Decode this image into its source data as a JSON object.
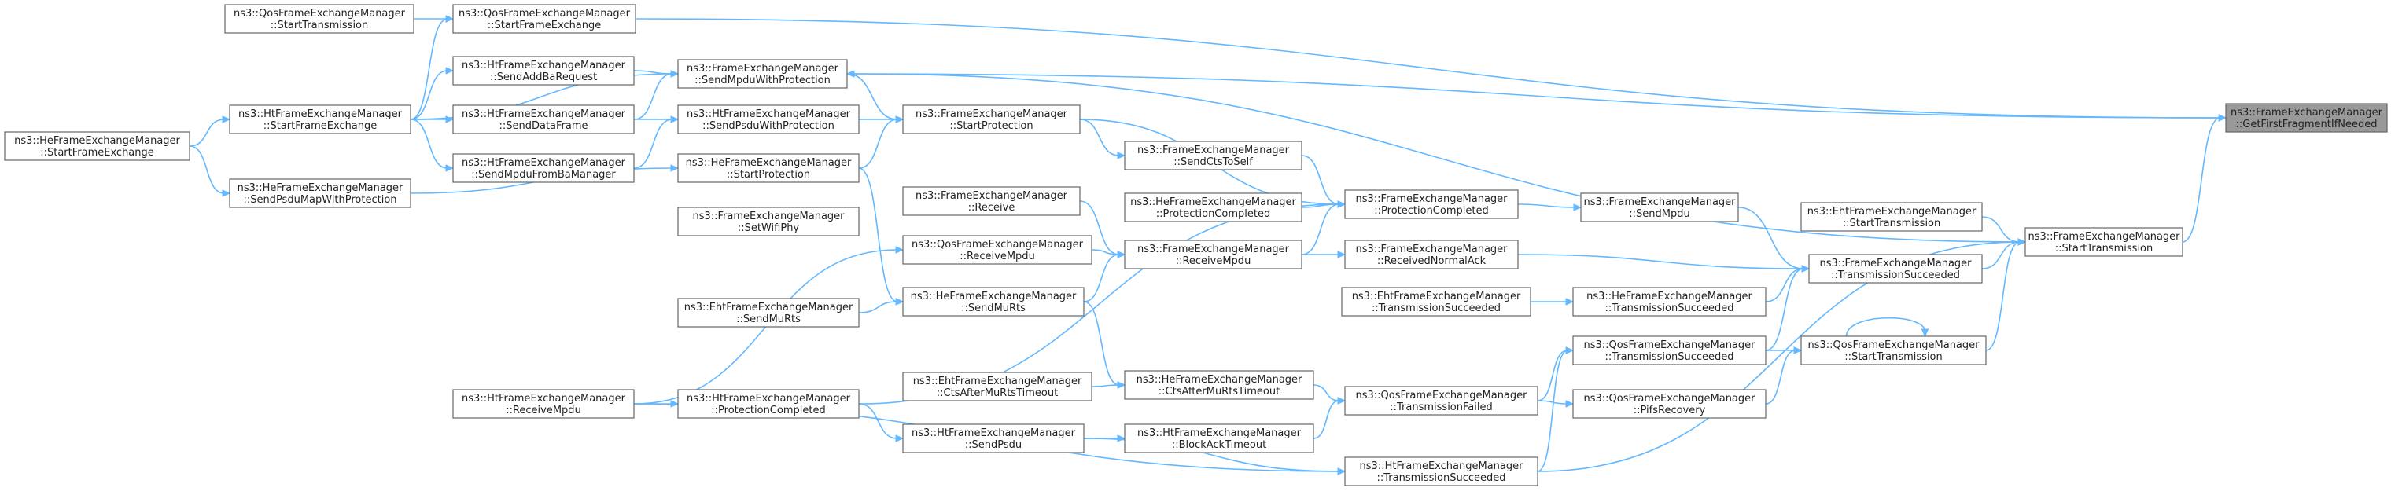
{
  "diagram": {
    "nodes": [
      {
        "id": "root",
        "line1": "ns3::FrameExchangeManager",
        "line2": "::GetFirstFragmentIfNeeded",
        "root": true
      },
      {
        "id": "fem_st",
        "line1": "ns3::FrameExchangeManager",
        "line2": "::StartTransmission"
      },
      {
        "id": "fem_smwp",
        "line1": "ns3::FrameExchangeManager",
        "line2": "::SendMpduWithProtection"
      },
      {
        "id": "qfem_sfe",
        "line1": "ns3::QosFrameExchangeManager",
        "line2": "::StartFrameExchange"
      },
      {
        "id": "qfem_st",
        "line1": "ns3::QosFrameExchangeManager",
        "line2": "::StartTransmission"
      },
      {
        "id": "eht_st",
        "line1": "ns3::EhtFrameExchangeManager",
        "line2": "::StartTransmission"
      },
      {
        "id": "fem_ts",
        "line1": "ns3::FrameExchangeManager",
        "line2": "::TransmissionSucceeded"
      },
      {
        "id": "qfem_st2",
        "line1": "ns3::QosFrameExchangeManager",
        "line2": "::StartTransmission"
      },
      {
        "id": "ht_sfe",
        "line1": "ns3::HtFrameExchangeManager",
        "line2": "::StartFrameExchange"
      },
      {
        "id": "he_sfe",
        "line1": "ns3::HeFrameExchangeManager",
        "line2": "::StartFrameExchange"
      },
      {
        "id": "ht_sabr",
        "line1": "ns3::HtFrameExchangeManager",
        "line2": "::SendAddBaRequest"
      },
      {
        "id": "ht_sdf",
        "line1": "ns3::HtFrameExchangeManager",
        "line2": "::SendDataFrame"
      },
      {
        "id": "ht_smfbm",
        "line1": "ns3::HtFrameExchangeManager",
        "line2": "::SendMpduFromBaManager"
      },
      {
        "id": "ht_spwp",
        "line1": "ns3::HtFrameExchangeManager",
        "line2": "::SendPsduWithProtection"
      },
      {
        "id": "he_spmwp",
        "line1": "ns3::HeFrameExchangeManager",
        "line2": "::SendPsduMapWithProtection"
      },
      {
        "id": "fem_sp",
        "line1": "ns3::FrameExchangeManager",
        "line2": "::StartProtection"
      },
      {
        "id": "he_sp",
        "line1": "ns3::HeFrameExchangeManager",
        "line2": "::StartProtection"
      },
      {
        "id": "fem_scts",
        "line1": "ns3::FrameExchangeManager",
        "line2": "::SendCtsToSelf"
      },
      {
        "id": "fem_pc",
        "line1": "ns3::FrameExchangeManager",
        "line2": "::ProtectionCompleted"
      },
      {
        "id": "he_pc",
        "line1": "ns3::HeFrameExchangeManager",
        "line2": "::ProtectionCompleted"
      },
      {
        "id": "fem_sm",
        "line1": "ns3::FrameExchangeManager",
        "line2": "::SendMpdu"
      },
      {
        "id": "fem_recv",
        "line1": "ns3::FrameExchangeManager",
        "line2": "::Receive"
      },
      {
        "id": "fem_swp",
        "line1": "ns3::FrameExchangeManager",
        "line2": "::SetWifiPhy",
        "single": true
      },
      {
        "id": "fem_rm",
        "line1": "ns3::FrameExchangeManager",
        "line2": "::ReceiveMpdu"
      },
      {
        "id": "qfem_rm",
        "line1": "ns3::QosFrameExchangeManager",
        "line2": "::ReceiveMpdu"
      },
      {
        "id": "fem_rna",
        "line1": "ns3::FrameExchangeManager",
        "line2": "::ReceivedNormalAck"
      },
      {
        "id": "he_smr",
        "line1": "ns3::HeFrameExchangeManager",
        "line2": "::SendMuRts"
      },
      {
        "id": "eht_smr",
        "line1": "ns3::EhtFrameExchangeManager",
        "line2": "::SendMuRts"
      },
      {
        "id": "eht_ts",
        "line1": "ns3::EhtFrameExchangeManager",
        "line2": "::TransmissionSucceeded"
      },
      {
        "id": "he_ts",
        "line1": "ns3::HeFrameExchangeManager",
        "line2": "::TransmissionSucceeded"
      },
      {
        "id": "qfem_ts",
        "line1": "ns3::QosFrameExchangeManager",
        "line2": "::TransmissionSucceeded"
      },
      {
        "id": "ht_rm",
        "line1": "ns3::HtFrameExchangeManager",
        "line2": "::ReceiveMpdu"
      },
      {
        "id": "ht_pc",
        "line1": "ns3::HtFrameExchangeManager",
        "line2": "::ProtectionCompleted"
      },
      {
        "id": "eht_camrt",
        "line1": "ns3::EhtFrameExchangeManager",
        "line2": "::CtsAfterMuRtsTimeout"
      },
      {
        "id": "he_camrt",
        "line1": "ns3::HeFrameExchangeManager",
        "line2": "::CtsAfterMuRtsTimeout"
      },
      {
        "id": "qfem_tf",
        "line1": "ns3::QosFrameExchangeManager",
        "line2": "::TransmissionFailed"
      },
      {
        "id": "qfem_pr",
        "line1": "ns3::QosFrameExchangeManager",
        "line2": "::PifsRecovery"
      },
      {
        "id": "ht_sps",
        "line1": "ns3::HtFrameExchangeManager",
        "line2": "::SendPsdu"
      },
      {
        "id": "ht_bat",
        "line1": "ns3::HtFrameExchangeManager",
        "line2": "::BlockAckTimeout"
      },
      {
        "id": "ht_ts",
        "line1": "ns3::HtFrameExchangeManager",
        "line2": "::TransmissionSucceeded"
      }
    ]
  }
}
